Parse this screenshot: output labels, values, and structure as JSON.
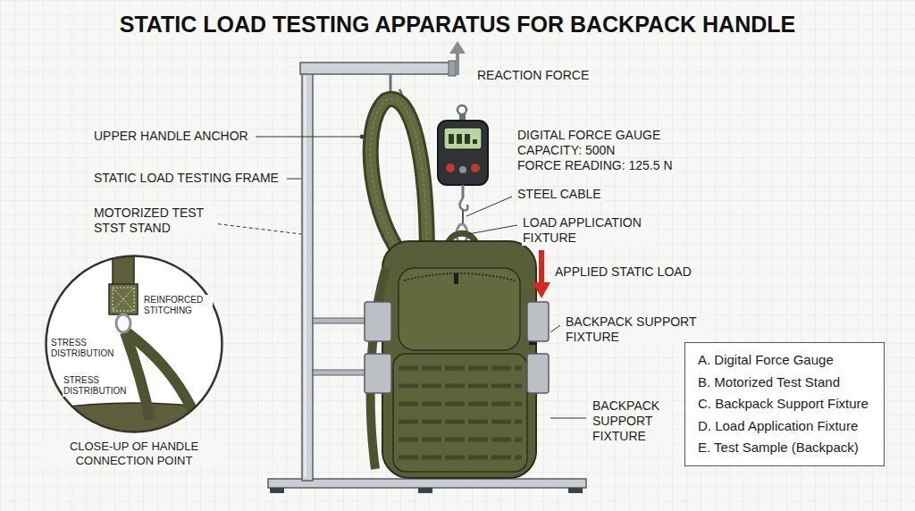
{
  "diagram": {
    "title": "STATIC LOAD TESTING APPARATUS FOR BACKPACK HANDLE",
    "nodes": [
      {
        "text": [
          "REINFORCED STITCHING",
          "STRESS DISTRIBUTION",
          "STRESS DISTRIBUTION",
          "CLOSE-UP OF HANDLE CONNECTION POINT"
        ]
      },
      {
        "text": [
          "A. Digital Force Gauge",
          "B. Motorized Test Stand",
          "C. Backpack Support Fixture",
          "D. Load Application Fixture",
          "E. Test Sample (Backpack)"
        ]
      }
    ],
    "labels": [
      "REACTION FORCE",
      "UPPER HANDLE ANCHOR",
      "STATIC LOAD TESTING FRAME",
      "MOTORIZED TEST STST STAND",
      "DIGITAL FORCE GAUGE",
      "CAPACITY: 500N",
      "FORCE READING: 125.5 N",
      "STEEL CABLE",
      "LOAD APPLICATION FIXTURE",
      "APPLIED STATIC LOAD",
      "BACKPACK SUPPORT FIXTURE",
      "BACKPACK SUPPORT FIXTURE"
    ]
  }
}
